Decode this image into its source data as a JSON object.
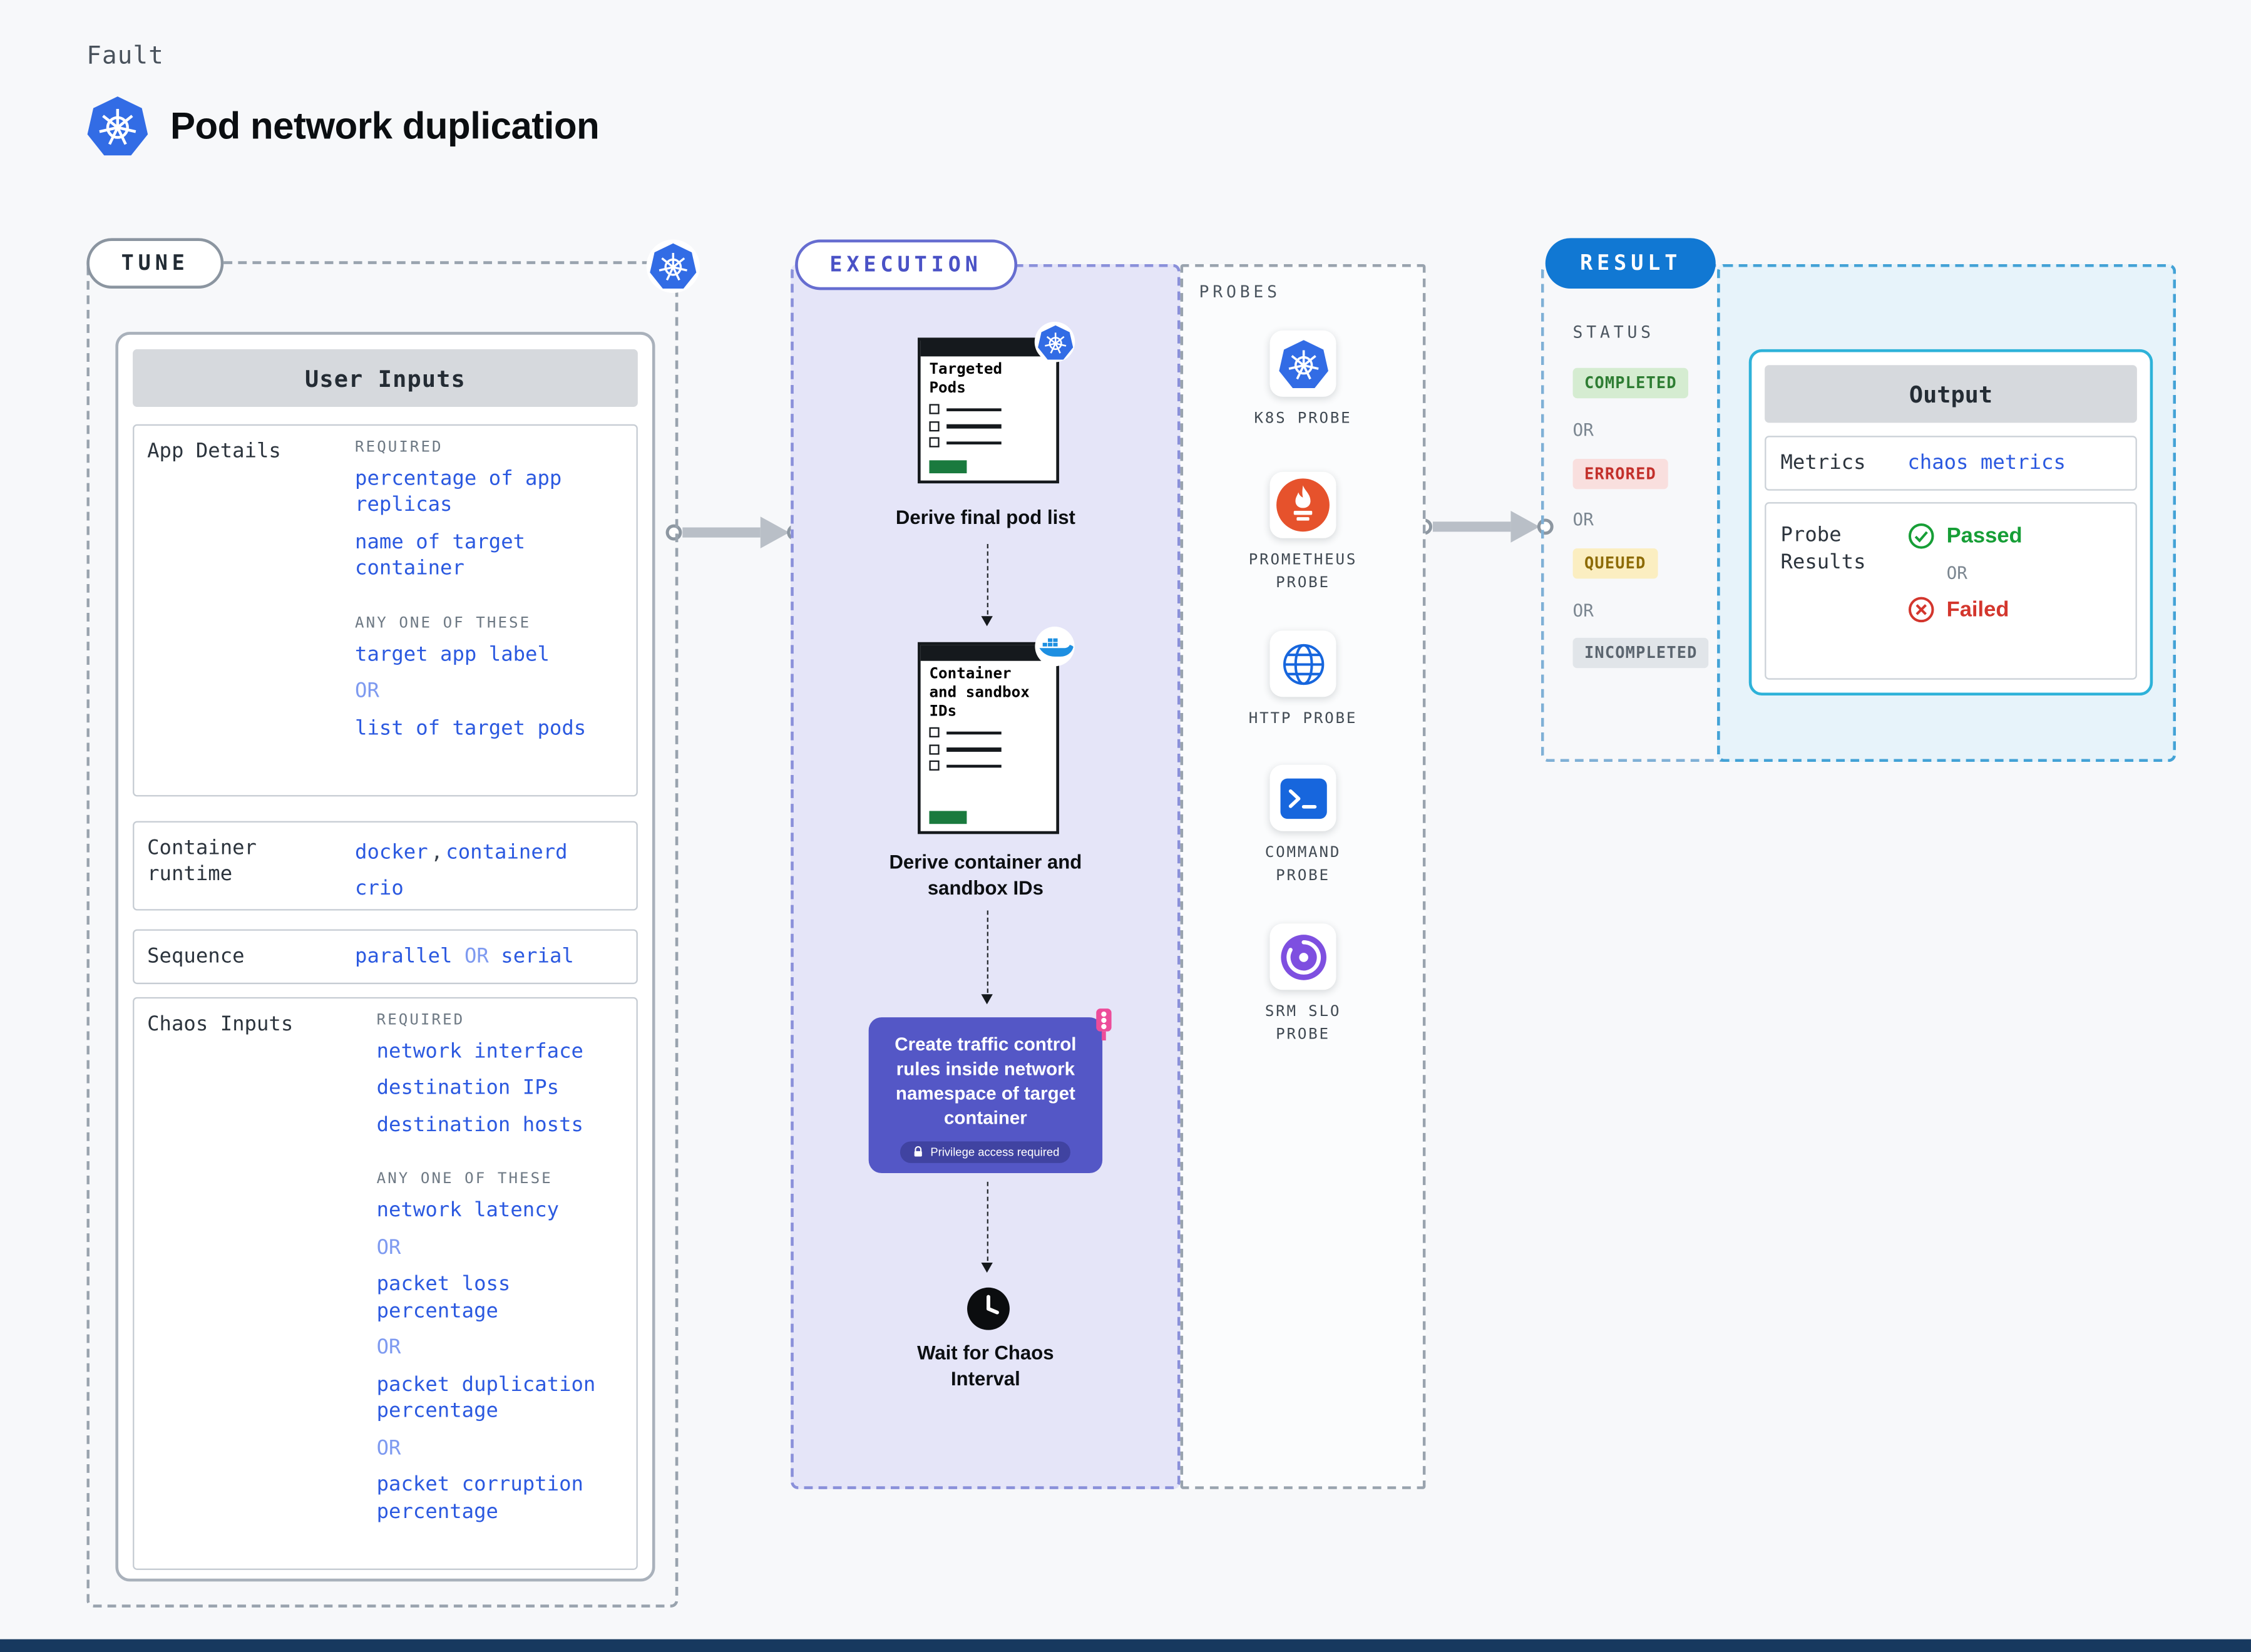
{
  "header": {
    "eyebrow": "Fault",
    "title": "Pod network duplication"
  },
  "tune": {
    "label": "TUNE",
    "card_title": "User Inputs",
    "or_label": "OR",
    "app_details": {
      "label": "App Details",
      "required_label": "REQUIRED",
      "required_items": [
        "percentage of app replicas",
        "name of target container"
      ],
      "any_label": "ANY ONE OF THESE",
      "any_items": [
        "target app label",
        "list of target pods"
      ]
    },
    "container_runtime": {
      "label": "Container runtime",
      "values": [
        "docker",
        "containerd",
        "crio"
      ],
      "comma": ","
    },
    "sequence": {
      "label": "Sequence",
      "value_1": "parallel",
      "or_label": "OR",
      "value_2": "serial"
    },
    "chaos_inputs": {
      "label": "Chaos Inputs",
      "required_label": "REQUIRED",
      "required_items": [
        "network interface",
        "destination IPs",
        "destination hosts"
      ],
      "any_label": "ANY ONE OF THESE",
      "any_items": [
        "network latency",
        "packet loss percentage",
        "packet duplication percentage",
        "packet corruption percentage"
      ]
    }
  },
  "execution": {
    "label": "EXECUTION",
    "doc_1": {
      "title": "Targeted Pods",
      "caption": "Derive final pod list"
    },
    "doc_2": {
      "title": "Container and sandbox IDs",
      "caption": "Derive container and sandbox IDs"
    },
    "traffic_step": {
      "text": "Create traffic control rules inside network namespace of target container",
      "badge": "Privilege access required"
    },
    "wait_step": {
      "caption": "Wait for Chaos Interval"
    }
  },
  "probes": {
    "label": "PROBES",
    "items": [
      "K8S PROBE",
      "PROMETHEUS PROBE",
      "HTTP PROBE",
      "COMMAND PROBE",
      "SRM SLO PROBE"
    ]
  },
  "result": {
    "label": "RESULT",
    "status_label": "STATUS",
    "or_label": "OR",
    "statuses": [
      "COMPLETED",
      "ERRORED",
      "QUEUED",
      "INCOMPLETED"
    ],
    "output": {
      "title": "Output",
      "metrics_label": "Metrics",
      "metrics_value": "chaos metrics",
      "probe_results_label": "Probe Results",
      "passed_label": "Passed",
      "or_label": "OR",
      "failed_label": "Failed"
    }
  },
  "colors": {
    "accent_blue": "#2b59e0",
    "kubernetes_blue": "#326ce5",
    "docker_blue": "#1d8fe1",
    "prometheus_orange": "#e6522c",
    "execution_purple": "#5457c6",
    "result_pill_blue": "#1178d3",
    "completed_green": "#2e7d33",
    "errored_red": "#c3302b",
    "queued_yellow": "#8d6b04",
    "passed_green": "#169e36",
    "failed_red": "#d3362d"
  }
}
